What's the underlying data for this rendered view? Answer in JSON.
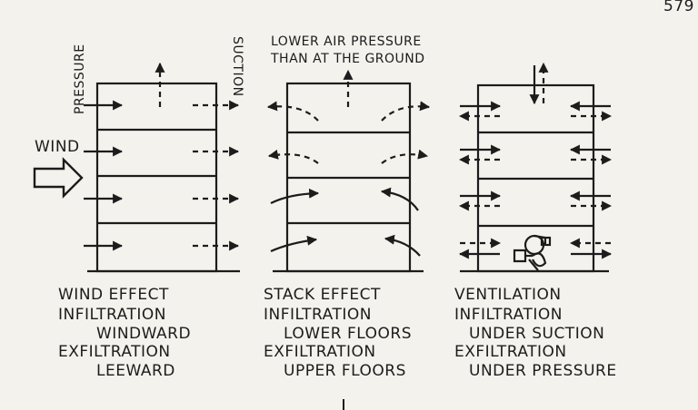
{
  "corner_mark": "579",
  "panels": {
    "wind": {
      "side_label_left": "PRESSURE",
      "side_label_right": "SUCTION",
      "wind_label": "WIND",
      "caption": "WIND EFFECT",
      "line1": "INFILTRATION",
      "line2": "WINDWARD",
      "line3": "EXFILTRATION",
      "line4": "LEEWARD"
    },
    "stack": {
      "header_line1": "LOWER AIR PRESSURE",
      "header_line2": "THAN AT THE GROUND",
      "caption": "STACK EFFECT",
      "line1": "INFILTRATION",
      "line2": "LOWER FLOORS",
      "line3": "EXFILTRATION",
      "line4": "UPPER FLOORS"
    },
    "ventilation": {
      "caption": "VENTILATION",
      "line1": "INFILTRATION",
      "line2": "UNDER SUCTION",
      "line3": "EXFILTRATION",
      "line4": "UNDER PRESSURE"
    }
  },
  "colors": {
    "ink": "#1c1c1c",
    "paper": "#f4f2ec"
  }
}
